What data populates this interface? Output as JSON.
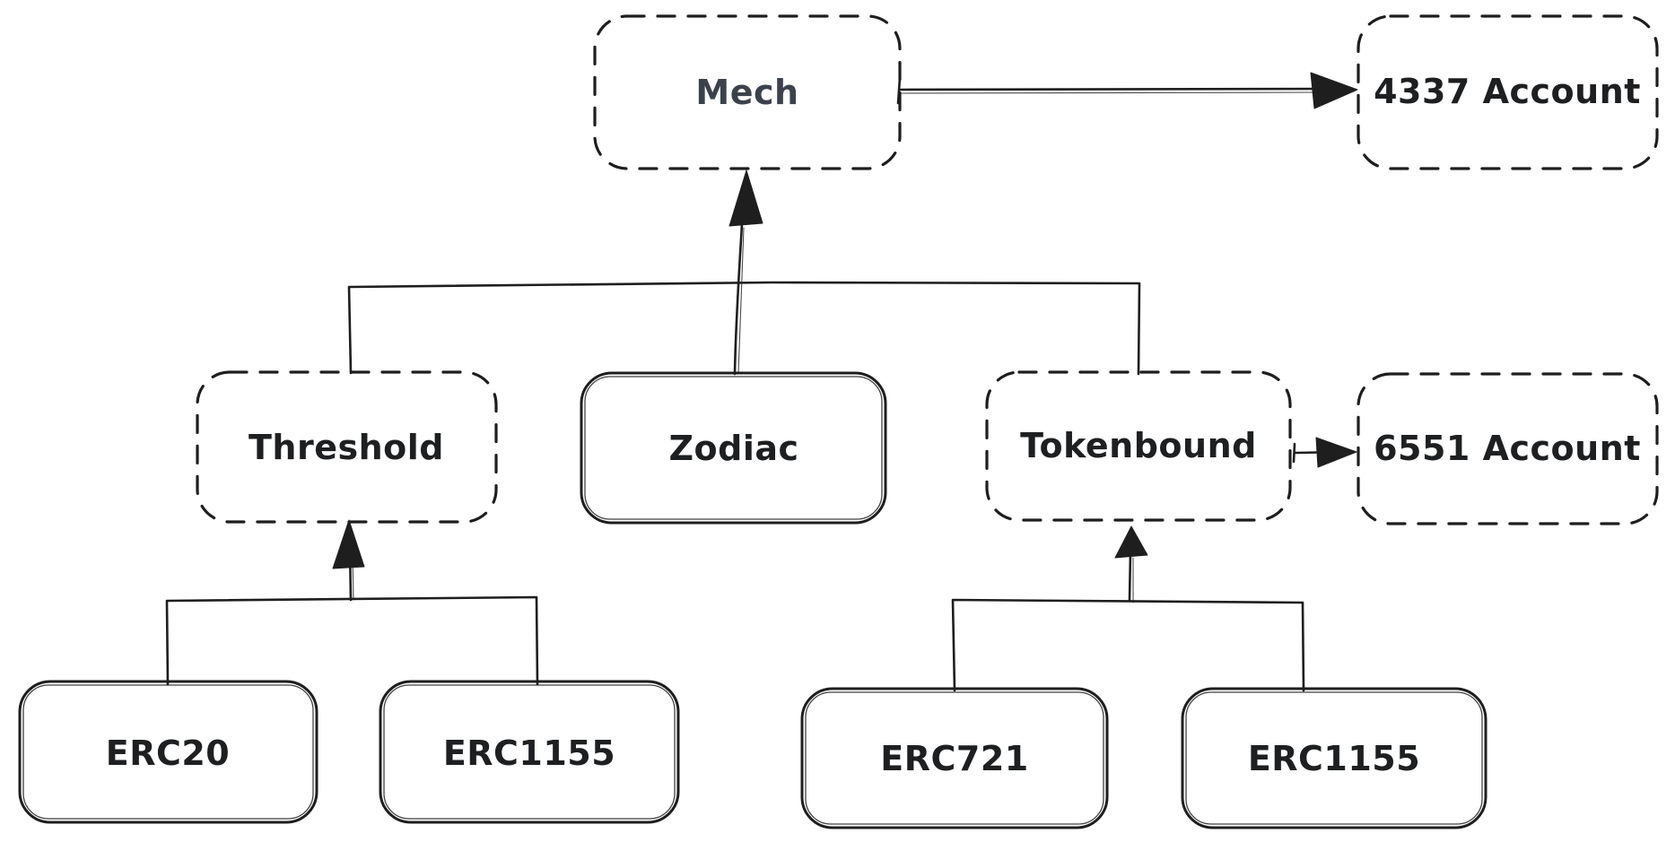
{
  "diagram": {
    "type": "hand-drawn flowchart",
    "background_color": "#ffffff",
    "stroke_color": "#1e1e1e",
    "label_color": "#1d1f21",
    "mech_label_color": "#3b424b",
    "nodes": [
      {
        "id": "mech",
        "label": "Mech",
        "border_style": "dashed"
      },
      {
        "id": "account-4337",
        "label": "4337 Account",
        "border_style": "dashed"
      },
      {
        "id": "threshold",
        "label": "Threshold",
        "border_style": "dashed"
      },
      {
        "id": "zodiac",
        "label": "Zodiac",
        "border_style": "solid"
      },
      {
        "id": "tokenbound",
        "label": "Tokenbound",
        "border_style": "dashed"
      },
      {
        "id": "account-6551",
        "label": "6551 Account",
        "border_style": "dashed"
      },
      {
        "id": "erc20",
        "label": "ERC20",
        "border_style": "solid"
      },
      {
        "id": "erc1155-left",
        "label": "ERC1155",
        "border_style": "solid"
      },
      {
        "id": "erc721",
        "label": "ERC721",
        "border_style": "solid"
      },
      {
        "id": "erc1155-right",
        "label": "ERC1155",
        "border_style": "solid"
      }
    ],
    "edges": [
      {
        "from": "mech",
        "to": "account-4337",
        "arrowhead": "filled-triangle"
      },
      {
        "from": "zodiac",
        "to": "mech",
        "arrowhead": "filled-triangle"
      },
      {
        "from": "threshold",
        "to": "mech",
        "arrowhead": "shared-branch"
      },
      {
        "from": "tokenbound",
        "to": "mech",
        "arrowhead": "shared-branch"
      },
      {
        "from": "tokenbound",
        "to": "account-6551",
        "arrowhead": "filled-triangle"
      },
      {
        "from": "erc20",
        "to": "threshold",
        "arrowhead": "shared-branch"
      },
      {
        "from": "erc1155-left",
        "to": "threshold",
        "arrowhead": "filled-triangle"
      },
      {
        "from": "erc721",
        "to": "tokenbound",
        "arrowhead": "shared-branch"
      },
      {
        "from": "erc1155-right",
        "to": "tokenbound",
        "arrowhead": "filled-triangle"
      }
    ]
  }
}
